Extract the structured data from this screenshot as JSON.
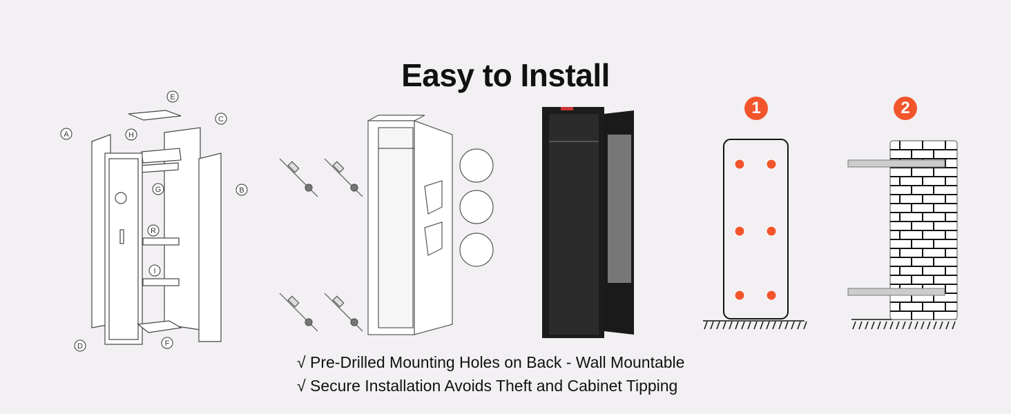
{
  "title": "Easy to Install",
  "features": [
    "√ Pre-Drilled Mounting Holes on Back - Wall Mountable",
    "√ Secure Installation Avoids Theft and Cabinet Tipping"
  ],
  "parts_labels": [
    "A",
    "B",
    "C",
    "D",
    "E",
    "F",
    "G",
    "H",
    "I",
    "R"
  ],
  "steps": [
    "1",
    "2"
  ],
  "colors": {
    "accent": "#f2552c",
    "background": "#f2f0f3",
    "cabinet": "#1c1c1c"
  }
}
